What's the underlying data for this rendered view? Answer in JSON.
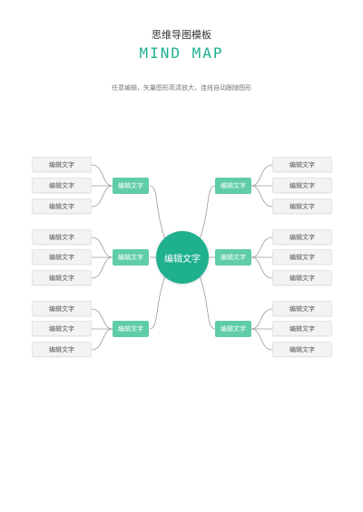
{
  "header": {
    "title_cn": "思维导图模板",
    "title_en": "MIND MAP",
    "subtitle": "任意编辑，矢量图形高清放大，连线自动跟随图形"
  },
  "colors": {
    "accent": "#1fb08f",
    "branch": "#5fcda6",
    "leaf_bg": "#f3f3f3",
    "line": "#999999"
  },
  "mindmap": {
    "center": "编辑文字",
    "left_branches": [
      {
        "label": "编辑文字",
        "leaves": [
          "编辑文字",
          "编辑文字",
          "编辑文字"
        ]
      },
      {
        "label": "编辑文字",
        "leaves": [
          "编辑文字",
          "编辑文字",
          "编辑文字"
        ]
      },
      {
        "label": "编辑文字",
        "leaves": [
          "编辑文字",
          "编辑文字",
          "编辑文字"
        ]
      }
    ],
    "right_branches": [
      {
        "label": "编辑文字",
        "leaves": [
          "编辑文字",
          "编辑文字",
          "编辑文字"
        ]
      },
      {
        "label": "编辑文字",
        "leaves": [
          "编辑文字",
          "编辑文字",
          "编辑文字"
        ]
      },
      {
        "label": "编辑文字",
        "leaves": [
          "编辑文字",
          "编辑文字",
          "编辑文字"
        ]
      }
    ]
  }
}
